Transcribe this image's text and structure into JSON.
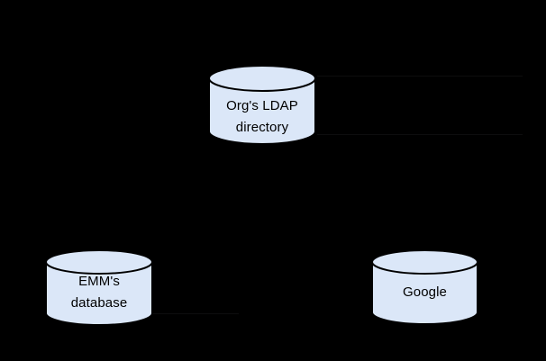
{
  "diagram": {
    "background_color": "#000000",
    "nodes": [
      {
        "id": "ldap",
        "shape": "database-cylinder",
        "label": "Org's LDAP\ndirectory"
      },
      {
        "id": "emm",
        "shape": "database-cylinder",
        "label": "EMM's\ndatabase"
      },
      {
        "id": "google",
        "shape": "database-cylinder",
        "label": "Google"
      }
    ],
    "colors": {
      "cylinder_fill": "#dbe7f8",
      "cylinder_stroke": "#000000",
      "label_text": "#000000",
      "faint_connector": "#0d0d0e"
    }
  }
}
